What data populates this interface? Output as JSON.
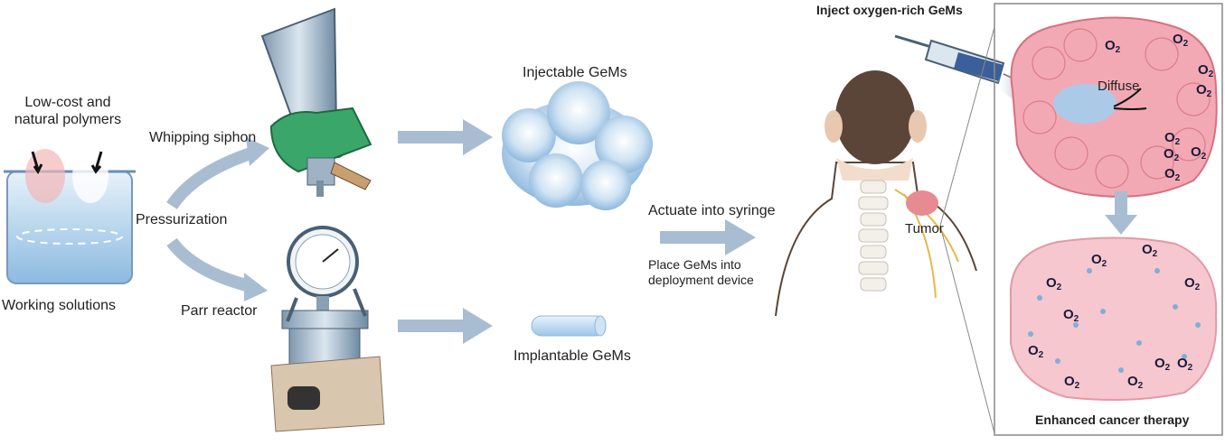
{
  "labels": {
    "polymers_line1": "Low-cost and",
    "polymers_line2": "natural polymers",
    "working_solutions": "Working solutions",
    "pressurization": "Pressurization",
    "whipping_siphon": "Whipping siphon",
    "parr_reactor": "Parr reactor",
    "injectable_gems": "Injectable GeMs",
    "implantable_gems": "Implantable GeMs",
    "actuate": "Actuate into syringe",
    "place_line1": "Place GeMs into",
    "place_line2": "deployment device",
    "inject": "Inject oxygen-rich GeMs",
    "diffuse": "Diffuse",
    "tumor": "Tumor",
    "enhanced": "Enhanced cancer therapy",
    "o2_symbol": "O",
    "o2_sub": "2"
  },
  "colors": {
    "arrow": "#a9bdd2",
    "tissue_pink": "#f2a9b4",
    "tissue_dark": "#d8707f",
    "foam_blue": "#a9cdea",
    "glove_green": "#3aa66a",
    "hair": "#5a4538",
    "tumor": "#e88a92",
    "nerve": "#e8b84a"
  },
  "icons": {
    "beaker": "beaker-icon",
    "siphon": "whipping-siphon-icon",
    "reactor": "parr-reactor-icon",
    "foam": "foam-cloud-icon",
    "cylinder": "implant-cylinder-icon",
    "head": "patient-head-icon",
    "syringe": "syringe-icon",
    "tumor_tissue": "tumor-tissue-icon"
  }
}
